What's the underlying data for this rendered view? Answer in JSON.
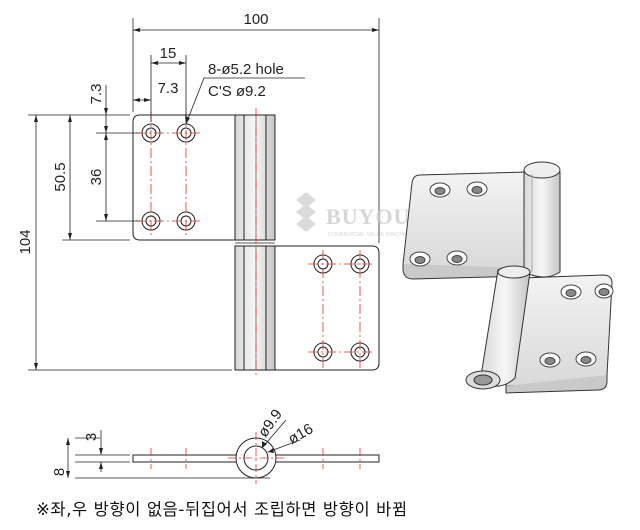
{
  "dimensions": {
    "overall_width": "100",
    "hole_spacing_x": "15",
    "hole_edge_x": "7.3",
    "hole_edge_y": "7.3",
    "hole_spec_line1": "8-ø5.2 hole",
    "hole_spec_line2": "C'S ø9.2",
    "leaf_height": "50.5",
    "hole_spacing_y": "36",
    "overall_height": "104",
    "thickness": "3",
    "knuckle_height": "8",
    "pin_diameter": "ø9.9",
    "knuckle_diameter": "ø16"
  },
  "watermark": {
    "brand": "BUYOUNG",
    "tagline": "COMMERCIAL VALUE INNOVATION ENERGY"
  },
  "footnote": "※좌,우 방향이 없음-뒤집어서 조립하면 방향이 바뀜",
  "colors": {
    "line": "#222222",
    "center_line": "#e03030",
    "watermark": "#c9c9c9"
  }
}
